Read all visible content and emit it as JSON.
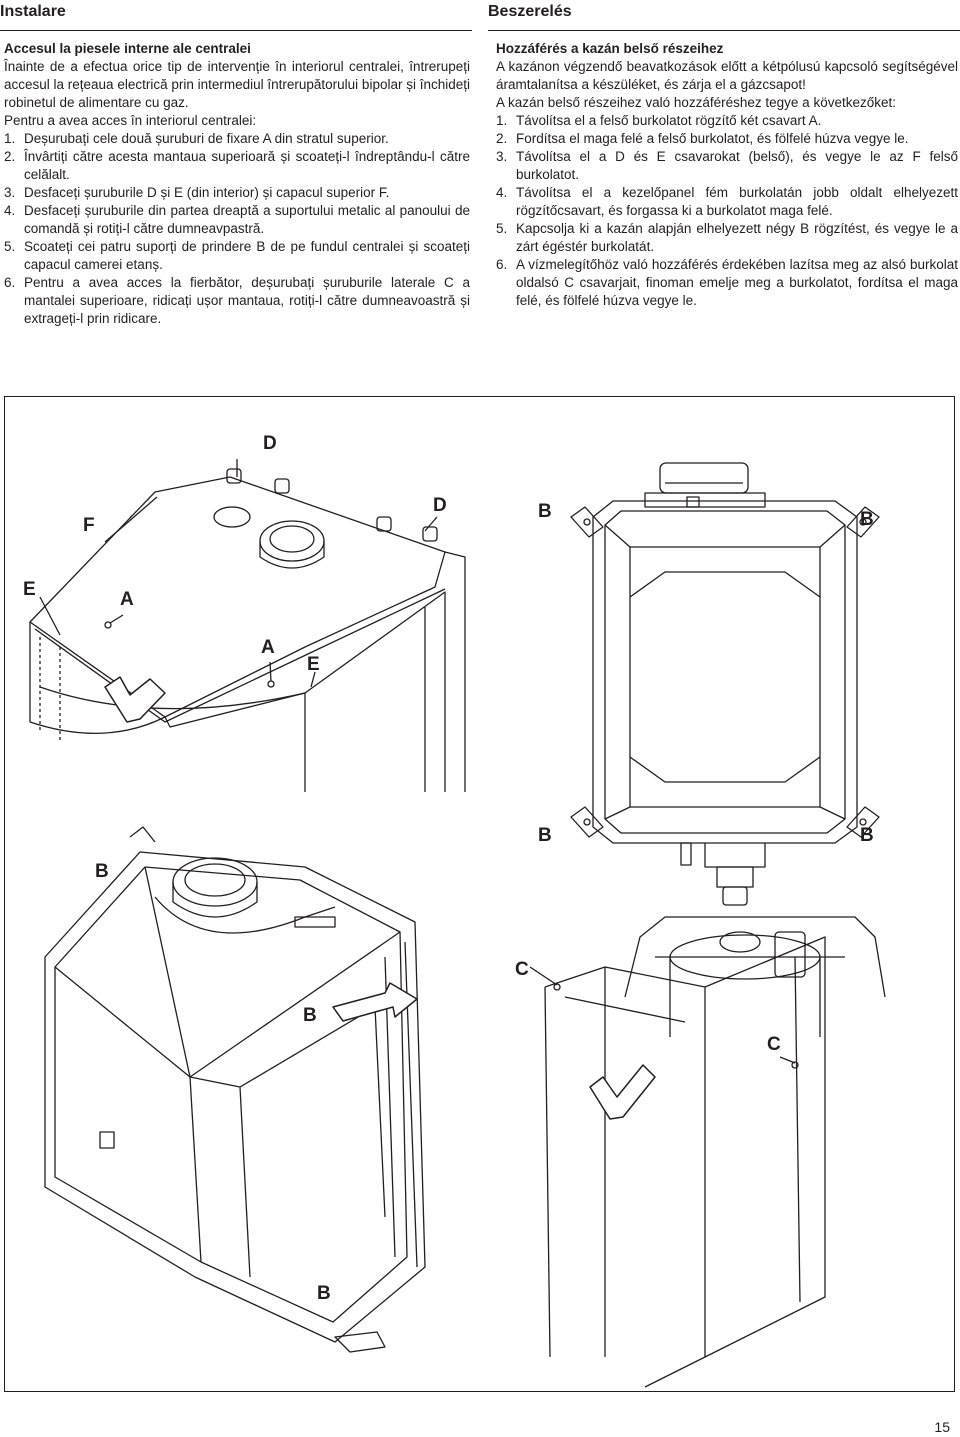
{
  "header": {
    "left_title": "Instalare",
    "right_title": "Beszerelés"
  },
  "left": {
    "heading": "Accesul la piesele interne ale centralei",
    "intro": "Înainte de a efectua orice tip de intervenție în interiorul centralei, întrerupeți accesul la rețeaua electrică prin intermediul întrerupătorului bipolar și închideți robinetul de alimentare cu gaz.",
    "lead": "Pentru a avea acces în interiorul centralei:",
    "steps": [
      {
        "num": "1.",
        "text": "Deșurubați cele două șuruburi de fixare A din stratul superior."
      },
      {
        "num": "2.",
        "text": "Învârtiți către acesta mantaua superioară și scoateți-l îndreptându-l către celălalt."
      },
      {
        "num": "3.",
        "text": "Desfaceți șuruburile D și E (din interior) și capacul superior F."
      },
      {
        "num": "4.",
        "text": "Desfaceți șuruburile din partea dreaptă a suportului metalic al panoului de comandă și rotiți-l către dumneavpastră."
      },
      {
        "num": "5.",
        "text": "Scoateți cei patru suporți de prindere B de pe fundul centralei și scoateți capacul camerei etanș."
      },
      {
        "num": "6.",
        "text": "Pentru a avea acces la fierbător, deșurubați șuruburile laterale C a mantalei superioare, ridicați ușor mantaua, rotiți-l către dumneavoastră și extrageți-l prin ridicare."
      }
    ]
  },
  "right": {
    "heading": "Hozzáférés a kazán belső részeihez",
    "intro": "A kazánon végzendő beavatkozások előtt a kétpólusú kapcsoló segítségével áramtalanítsa a készüléket, és zárja el a gázcsapot!",
    "lead": "A kazán belső részeihez való hozzáféréshez tegye a következőket:",
    "steps": [
      {
        "num": "1.",
        "text": "Távolítsa el a felső burkolatot rögzítő két csavart A."
      },
      {
        "num": "2.",
        "text": "Fordítsa el maga felé a felső burkolatot, és fölfelé húzva vegye le."
      },
      {
        "num": "3.",
        "text": "Távolítsa el a D és E csavarokat (belső), és vegye le az F felső burkolatot."
      },
      {
        "num": "4.",
        "text": "Távolítsa el a kezelőpanel fém burkolatán jobb oldalt elhelyezett rögzítőcsavart, és forgassa ki a burkolatot maga felé."
      },
      {
        "num": "5.",
        "text": "Kapcsolja ki a kazán alapján elhelyezett négy B rögzítést, és vegye le a zárt égéstér burkolatát."
      },
      {
        "num": "6.",
        "text": "A vízmelegítőhöz való hozzáférés érdekében lazítsa meg az alsó burkolat oldalsó C csavarjait, finoman emelje meg a burkolatot, fordítsa el maga felé, és fölfelé húzva vegye le."
      }
    ]
  },
  "figure_labels": {
    "d_top": "D",
    "d_right": "D",
    "f": "F",
    "e_left": "E",
    "a_left": "A",
    "a_mid": "A",
    "e_mid": "E",
    "b_tl": "B",
    "b_tr": "B",
    "b_ml": "B",
    "b_mr": "B",
    "b_left": "B",
    "b_center": "B",
    "b_bottom": "B",
    "c_top": "C",
    "c_right": "C"
  },
  "footer": {
    "page_number": "15"
  }
}
